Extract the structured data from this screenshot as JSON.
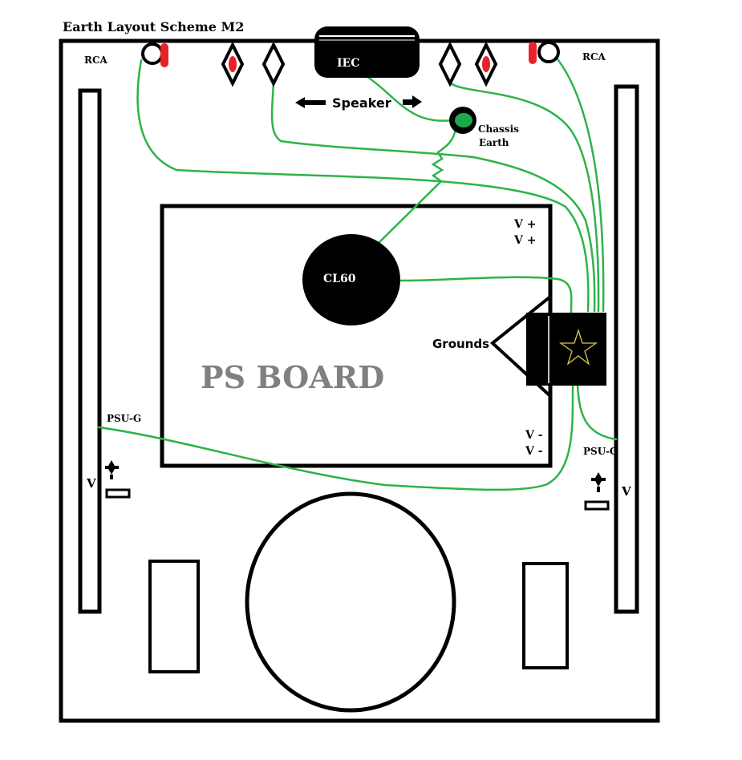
{
  "title": "Earth Layout Scheme M2",
  "labels": {
    "rca_left": "RCA",
    "rca_right": "RCA",
    "iec": "IEC",
    "speaker": "Speaker",
    "chassis_earth_1": "Chassis",
    "chassis_earth_2": "Earth",
    "cl60": "CL60",
    "ps_board": "PS BOARD",
    "grounds": "Grounds",
    "v_plus_1": "V +",
    "v_plus_2": "V +",
    "v_minus_1": "V -",
    "v_minus_2": "V -",
    "psu_g_left": "PSU-G",
    "psu_g_right": "PSU-G",
    "v_left": "V",
    "v_right": "V"
  },
  "colors": {
    "wire": "#2db34a",
    "rca_red": "#e8222a",
    "chassis_dot": "#1fa84a",
    "ps_board_text": "#808080",
    "star_outline": "#d9c74a",
    "outline": "#000000"
  }
}
